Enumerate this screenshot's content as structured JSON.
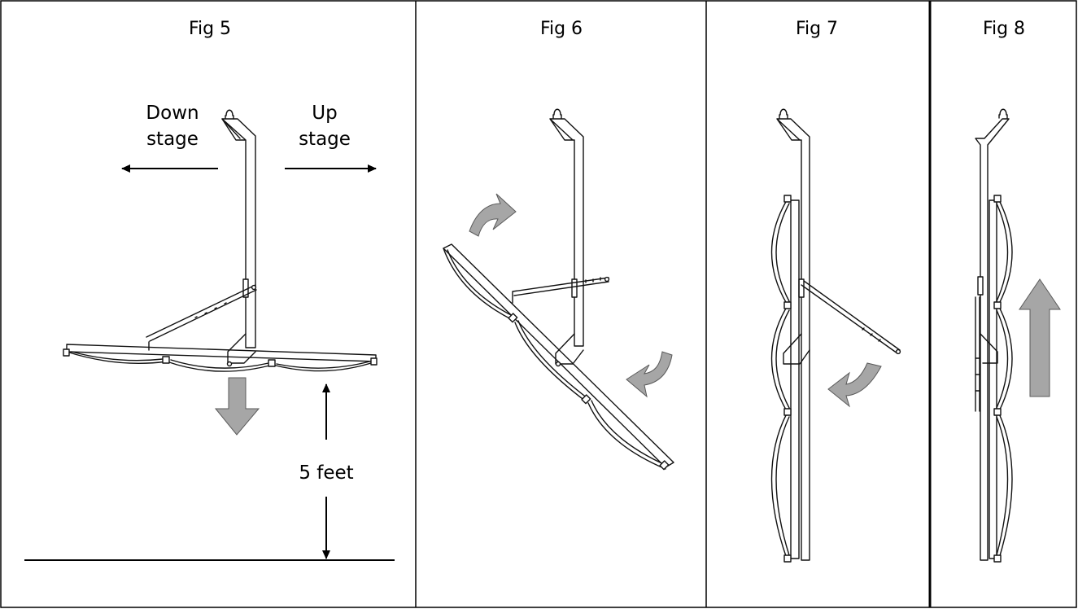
{
  "panels": [
    {
      "title": "Fig 5"
    },
    {
      "title": "Fig 6"
    },
    {
      "title": "Fig 7"
    },
    {
      "title": "Fig 8"
    }
  ],
  "fig5": {
    "downstage": [
      "Down",
      "stage"
    ],
    "upstage": [
      "Up",
      "stage"
    ],
    "height_label": "5 feet"
  },
  "colors": {
    "border": "#000000",
    "arrow_fill": "#a6a6a6",
    "line": "#111111"
  },
  "icons": [
    "curved-arrow-icon",
    "straight-arrow-icon",
    "dimension-arrow-icon",
    "hanging-hook-icon"
  ]
}
